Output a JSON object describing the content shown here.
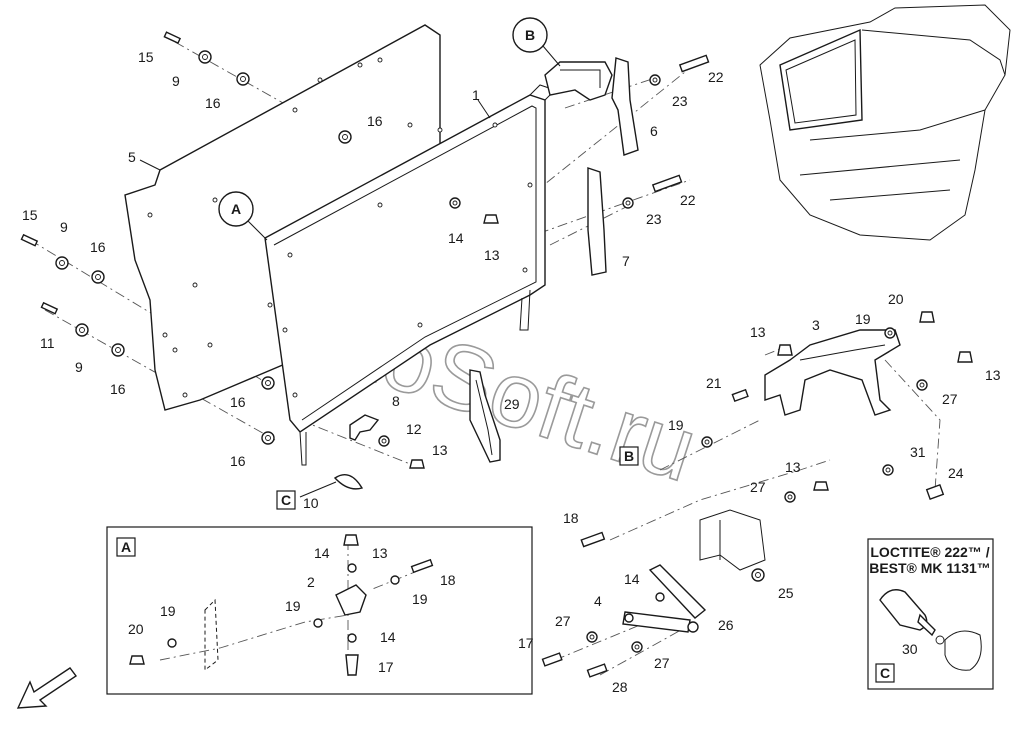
{
  "watermark": "AutoSoft.ru",
  "views": {
    "A": "A",
    "B": "B",
    "C": "C"
  },
  "loctite": {
    "line1": "LOCTITE® 222™ /",
    "line2": "BEST® MK 1131™"
  },
  "callouts": [
    {
      "id": "c15a",
      "text": "15"
    },
    {
      "id": "c9a",
      "text": "9"
    },
    {
      "id": "c16a",
      "text": "16"
    },
    {
      "id": "c16b",
      "text": "16"
    },
    {
      "id": "c5",
      "text": "5"
    },
    {
      "id": "c1",
      "text": "1"
    },
    {
      "id": "c15b",
      "text": "15"
    },
    {
      "id": "c9b",
      "text": "9"
    },
    {
      "id": "c16c",
      "text": "16"
    },
    {
      "id": "c11",
      "text": "11"
    },
    {
      "id": "c9c",
      "text": "9"
    },
    {
      "id": "c16d",
      "text": "16"
    },
    {
      "id": "c16e",
      "text": "16"
    },
    {
      "id": "c16f",
      "text": "16"
    },
    {
      "id": "c14a",
      "text": "14"
    },
    {
      "id": "c13a",
      "text": "13"
    },
    {
      "id": "c8",
      "text": "8"
    },
    {
      "id": "c12",
      "text": "12"
    },
    {
      "id": "c13b",
      "text": "13"
    },
    {
      "id": "c10",
      "text": "10"
    },
    {
      "id": "c29",
      "text": "29"
    },
    {
      "id": "c22a",
      "text": "22"
    },
    {
      "id": "c23a",
      "text": "23"
    },
    {
      "id": "c6",
      "text": "6"
    },
    {
      "id": "c22b",
      "text": "22"
    },
    {
      "id": "c23b",
      "text": "23"
    },
    {
      "id": "c7",
      "text": "7"
    },
    {
      "id": "c20a",
      "text": "20"
    },
    {
      "id": "c19a",
      "text": "19"
    },
    {
      "id": "c3",
      "text": "3"
    },
    {
      "id": "c13c",
      "text": "13"
    },
    {
      "id": "c13d",
      "text": "13"
    },
    {
      "id": "c27a",
      "text": "27"
    },
    {
      "id": "c21",
      "text": "21"
    },
    {
      "id": "c19b",
      "text": "19"
    },
    {
      "id": "c31",
      "text": "31"
    },
    {
      "id": "c24",
      "text": "24"
    },
    {
      "id": "c13e",
      "text": "13"
    },
    {
      "id": "c27b",
      "text": "27"
    },
    {
      "id": "c18a",
      "text": "18"
    },
    {
      "id": "c14b",
      "text": "14"
    },
    {
      "id": "c4",
      "text": "4"
    },
    {
      "id": "c25",
      "text": "25"
    },
    {
      "id": "c26",
      "text": "26"
    },
    {
      "id": "c17a",
      "text": "17"
    },
    {
      "id": "c27c",
      "text": "27"
    },
    {
      "id": "c27d",
      "text": "27"
    },
    {
      "id": "c28",
      "text": "28"
    },
    {
      "id": "c14c",
      "text": "14"
    },
    {
      "id": "c13f",
      "text": "13"
    },
    {
      "id": "c2",
      "text": "2"
    },
    {
      "id": "c18b",
      "text": "18"
    },
    {
      "id": "c19c",
      "text": "19"
    },
    {
      "id": "c19d",
      "text": "19"
    },
    {
      "id": "c19e",
      "text": "19"
    },
    {
      "id": "c20b",
      "text": "20"
    },
    {
      "id": "c14d",
      "text": "14"
    },
    {
      "id": "c17b",
      "text": "17"
    },
    {
      "id": "c30",
      "text": "30"
    }
  ]
}
